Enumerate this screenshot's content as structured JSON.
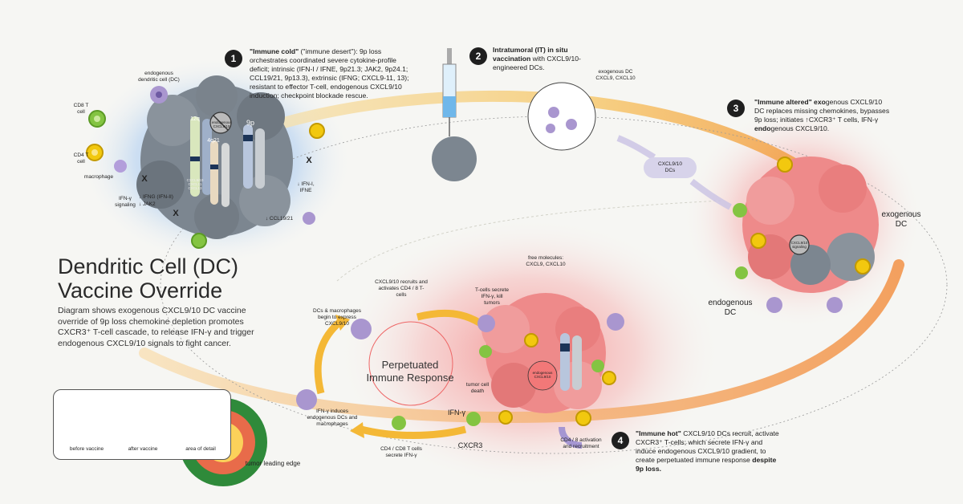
{
  "title": "Dendritic Cell (DC) Vaccine Override",
  "description": "Diagram shows exogenous CXCL9/10 DC vaccine override of 9p loss chemokine depletion promotes CXCR3⁺ T-cell cascade, to release IFN-γ and trigger endogenous CXCL9/10 signals to fight cancer.",
  "colors": {
    "cold_glow": "#7fb1ea",
    "hot_glow": "#f39a9a",
    "arc_orange": "#f4a24a",
    "arc_yellow": "#f7d77a",
    "tumor_gray": "#7e8790",
    "tumor_pink": "#ee8a8a",
    "tcell_green": "#7fc24a",
    "tcell_yellow": "#f1c40f",
    "dc_purple": "#a996cf"
  },
  "steps": [
    {
      "num": "1",
      "bold": "\"Immune cold\"",
      "text": " (\"immune desert\"): 9p loss orchestrates coordinated severe cytokine-profile deficit; intrinsic (IFN-I / IFNE, 9p21.3; JAK2, 9p24.1; CCL19/21, 9p13.3), extrinsic (IFNG; CXCL9-11, 13); resistant to effector T-cell, endogenous CXCL9/10 induction; checkpoint blockade rescue."
    },
    {
      "num": "2",
      "bold": "Intratumoral (IT) in situ vaccination",
      "text": " with CXCL9/10-engineered DCs."
    },
    {
      "num": "3",
      "bold": "\"Immune altered\" exo",
      "text": "genous CXCL9/10 DC replaces missing chemokines, bypasses 9p loss; initiates ↑CXCR3⁺ T cells, IFN-γ ",
      "bold2": "endo",
      "text2": "genous CXCL9/10."
    },
    {
      "num": "4",
      "bold": "\"Immune hot\"",
      "text": " CXCL9/10 DCs recruit, activate CXCR3⁺ T-cells; which secrete IFN-γ and induce endogenous CXCL9/10 gradient, to create perpetuated immune response ",
      "bold2": "despite 9p loss."
    }
  ],
  "labels": {
    "endogenous_dc": "endogenous dendritic cell (DC)",
    "cd8": "CD8 T cell",
    "cd4": "CD4 T cell",
    "macrophage": "macrophage",
    "ifn_signaling": "IFN-γ signaling",
    "ifng_ii": "↓ IFNG (IFN-II)",
    "jak2": "↓ JAK2",
    "ifn_i": "↓ IFN-I, IFNE",
    "ccl": "↓ CCL19/21",
    "chr12q": "12q",
    "chr4q21": "4q21",
    "chr9p": "9p",
    "cross_x": "X",
    "endog_cxcl_small": "endogenous CXCL9/10",
    "cxcl_genes": "CXCL9/10 CXCL11 CXCL13",
    "exo_dc_inset": "exogenous DC CXCL9, CXCL10",
    "pill_line1": "CXCL9/10",
    "pill_line2": "DCs",
    "exo_dc_big": "exogenous DC",
    "endo_dc_big": "endogenous DC",
    "cxcl_signaling": "CXCL9/10 signaling",
    "free_molecules": "free molecules: CXCL9, CXCL10",
    "recruits": "CXCL9/10 recruits and activates CD4 / 8 T-cells",
    "tcells_secrete": "T-cells secrete IFN-γ, kill tumors",
    "dcs_express": "DCs & macrophages begin to express CXCL9/10",
    "perpetuated": "Perpetuated Immune Response",
    "tumor_death": "tumor cell death",
    "ifng": "IFN-γ",
    "endogenous_cxcl": "endogenous CXCL9/10",
    "ifn_induces": "IFN-γ induces endogenous DCs and macrophages",
    "cd48_secrete": "CD4 / CD8 T cells secrete IFN-γ",
    "cxcr3": "CXCR3",
    "cd48_activation": "CD4 / 8 activation and recruitment",
    "tumor_edge": "tumor leading edge",
    "before": "before vaccine",
    "after": "after vaccine",
    "area": "area of detail"
  }
}
